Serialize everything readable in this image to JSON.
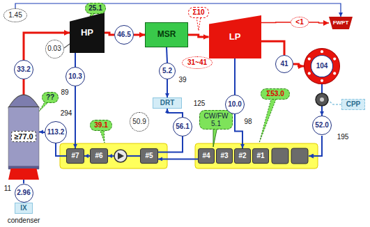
{
  "diagram": {
    "nodes": [
      {
        "text": [
          "1.45"
        ]
      },
      {
        "text": [
          "HP"
        ]
      },
      {
        "text": [
          "25.1"
        ]
      },
      {
        "text": [
          "MSR"
        ]
      },
      {
        "text": [
          "Σ10"
        ]
      },
      {
        "text": [
          "LP"
        ]
      },
      {
        "text": [
          "<1"
        ]
      },
      {
        "text": [
          "FWPT"
        ]
      },
      {
        "text": [
          "0.03"
        ]
      },
      {
        "text": [
          "46.5"
        ]
      },
      {
        "text": [
          "31~41"
        ]
      },
      {
        "text": [
          "41"
        ]
      },
      {
        "text": [
          "104"
        ]
      },
      {
        "text": [
          "33.2"
        ]
      },
      {
        "text": [
          "??"
        ]
      },
      {
        "text": [
          "10.3"
        ]
      },
      {
        "text": [
          "5.2"
        ]
      },
      {
        "text": [
          "≥77.0"
        ]
      },
      {
        "text": [
          "DRT"
        ]
      },
      {
        "text": [
          "CPP"
        ]
      },
      {
        "text": [
          "113.2"
        ]
      },
      {
        "text": [
          "39.1"
        ]
      },
      {
        "text": [
          "50.9"
        ]
      },
      {
        "text": [
          "56.1"
        ]
      },
      {
        "text": [
          "CW/FW 5.1"
        ]
      },
      {
        "text": [
          "Σ53.0"
        ]
      },
      {
        "text": [
          "10.0"
        ]
      },
      {
        "text": [
          "52.0"
        ]
      },
      {
        "text": [
          "2.96"
        ]
      },
      {
        "text": [
          "IX"
        ]
      },
      {
        "text": [
          "#7"
        ]
      },
      {
        "text": [
          "#6"
        ]
      },
      {
        "text": [
          "#5"
        ]
      },
      {
        "text": [
          "#4"
        ]
      },
      {
        "text": [
          "#3"
        ]
      },
      {
        "text": [
          "#2"
        ]
      },
      {
        "text": [
          "#1"
        ]
      }
    ],
    "edges": [
      {
        "from": 17,
        "to": 13,
        "arrow": "none"
      },
      {
        "from": 13,
        "to": 1,
        "arrow": "to"
      },
      {
        "from": 1,
        "to": 9,
        "arrow": "none"
      },
      {
        "from": 9,
        "to": 3,
        "arrow": "to"
      },
      {
        "from": 3,
        "to": 5,
        "arrow": "to"
      },
      {
        "from": 5,
        "to": 11,
        "arrow": "none"
      },
      {
        "from": 11,
        "to": 12,
        "arrow": "to"
      },
      {
        "from": 5,
        "to": 6,
        "arrow": "none"
      },
      {
        "from": 6,
        "to": 7,
        "arrow": "to"
      },
      {
        "from": 0,
        "to": 7,
        "arrow": "to"
      },
      {
        "from": 1,
        "to": 15,
        "arrow": "none"
      },
      {
        "from": 15,
        "to": 30,
        "arrow": "to"
      },
      {
        "from": 3,
        "to": 16,
        "arrow": "none"
      },
      {
        "from": 16,
        "to": 18,
        "arrow": "to"
      },
      {
        "from": 5,
        "to": 26,
        "arrow": "none"
      },
      {
        "from": 26,
        "to": 35,
        "arrow": "to"
      },
      {
        "from": 12,
        "to": 27,
        "arrow": "to"
      },
      {
        "from": 33,
        "to": 32,
        "arrow": "to"
      },
      {
        "from": 32,
        "to": 23,
        "arrow": "none"
      },
      {
        "from": 23,
        "to": 18,
        "arrow": "to"
      },
      {
        "from": 32,
        "to": 31,
        "arrow": "to"
      },
      {
        "from": 31,
        "to": 30,
        "arrow": "to"
      },
      {
        "from": 30,
        "to": 20,
        "arrow": "none"
      },
      {
        "from": 20,
        "to": 17,
        "arrow": "to"
      },
      {
        "from": 17,
        "to": 28,
        "arrow": "none"
      },
      {
        "from": 28,
        "to": 29,
        "arrow": "to"
      }
    ],
    "labels": [
      "89",
      "294",
      "11",
      "39",
      "125",
      "195",
      "98",
      "condenser"
    ]
  }
}
